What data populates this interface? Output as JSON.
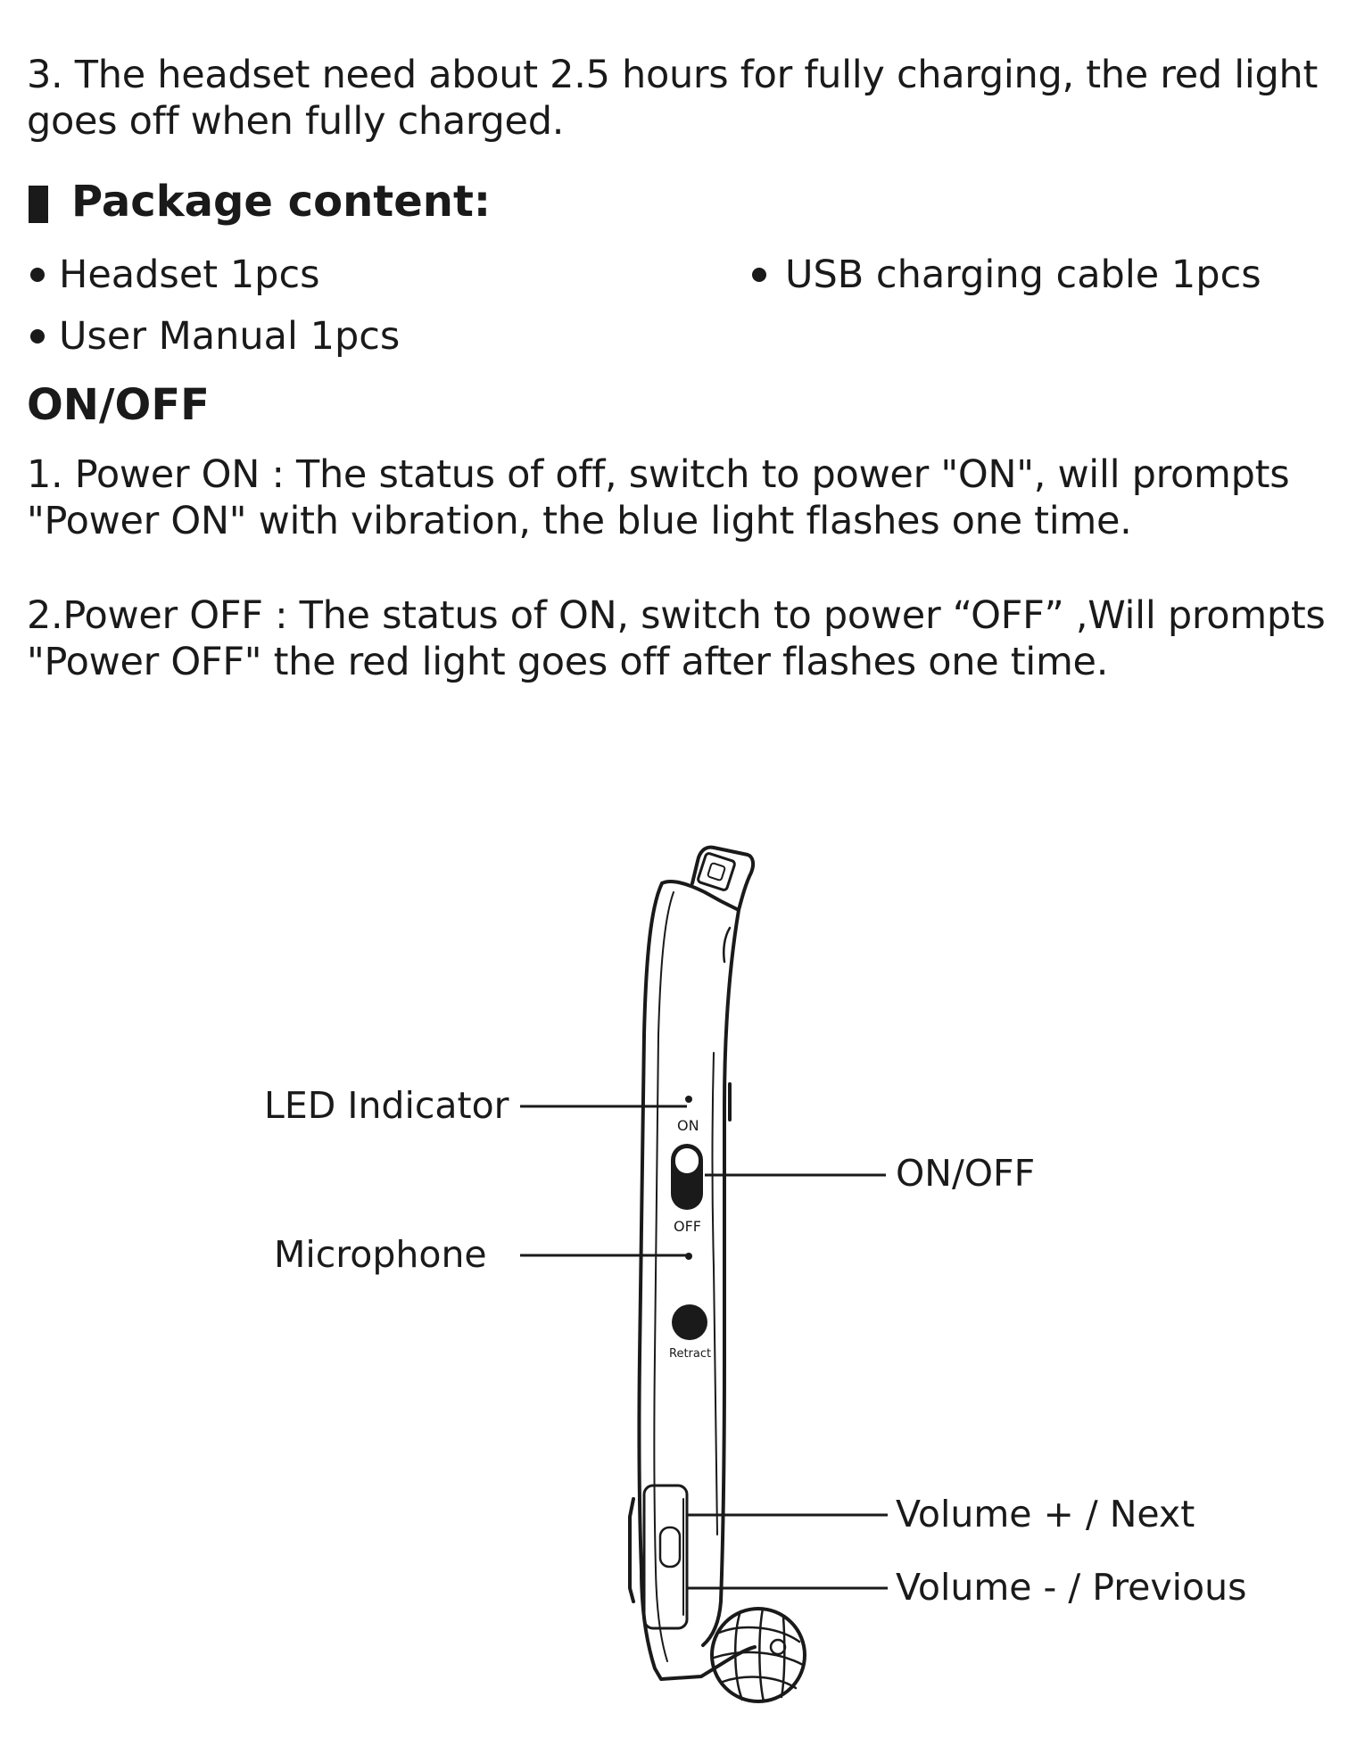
{
  "charging": {
    "step3_line1": "3. The headset need about 2.5 hours for fully charging, the red light",
    "step3_line2": "goes off when fully charged."
  },
  "package": {
    "heading": "Package content:",
    "items": [
      "Headset 1pcs",
      "USB charging cable 1pcs",
      "User Manual 1pcs"
    ]
  },
  "onoff": {
    "heading": "ON/OFF",
    "power_on_line1": "1. Power ON : The status of off, switch to power \"ON\", will prompts",
    "power_on_line2": "\"Power ON\" with vibration, the blue light flashes one time.",
    "power_off_line1": "2.Power OFF : The status of ON, switch to power  “OFF” ,Will prompts",
    "power_off_line2": "\"Power OFF\" the red light goes off after flashes one time."
  },
  "diagram": {
    "labels": {
      "led_indicator": "LED Indicator",
      "microphone": "Microphone",
      "on_off": "ON/OFF",
      "volume_up": "Volume + / Next",
      "volume_down": "Volume - / Previous"
    },
    "device_marks": {
      "on": "ON",
      "off": "OFF",
      "retract": "Retract"
    }
  }
}
